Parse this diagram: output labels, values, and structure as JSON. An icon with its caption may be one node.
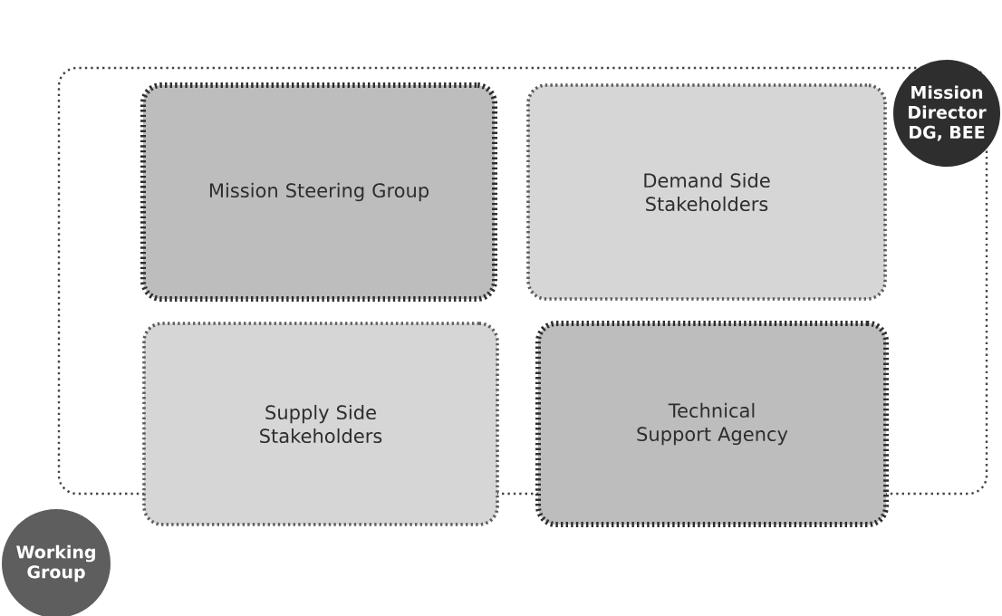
{
  "diagram": {
    "nodes": [
      {
        "text": [
          "Mission Director DG, BEE"
        ]
      },
      {
        "text": [],
        "shape": "box"
      },
      {
        "text": [
          "Mission Steering Group"
        ],
        "in": 1
      },
      {
        "text": [
          "Demand Side Stakeholders"
        ],
        "in": 1
      },
      {
        "text": [
          "Supply Side Stakeholders"
        ],
        "in": 1
      },
      {
        "text": [
          "Technical Support Agency"
        ],
        "in": 1
      },
      {
        "text": [
          "Working Group"
        ]
      }
    ]
  }
}
